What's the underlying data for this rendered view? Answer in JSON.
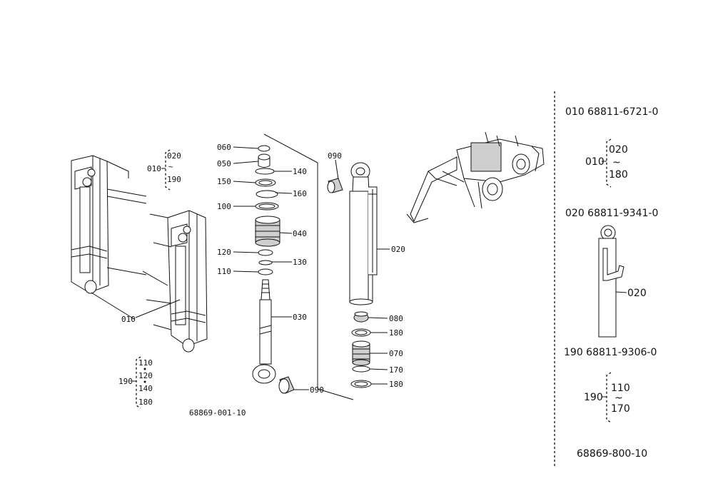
{
  "diagram": {
    "left_ref_code": "68869-001-10",
    "right_ref_code": "68869-800-10",
    "group_010_left": {
      "parent": "010",
      "from": "020",
      "tilde": "~",
      "to": "190"
    },
    "group_190_left": {
      "parent": "190",
      "items": [
        "110",
        "120",
        "140",
        "180"
      ]
    },
    "frame_callout": "010",
    "exploded_callouts": {
      "c060": "060",
      "c050": "050",
      "c140": "140",
      "c150": "150",
      "c160": "160",
      "c100": "100",
      "c040": "040",
      "c120": "120",
      "c130": "130",
      "c110": "110",
      "c030": "030",
      "c090a": "090"
    },
    "cylinder_callouts": {
      "c090": "090",
      "c020": "020",
      "c080": "080",
      "c180a": "180",
      "c070": "070",
      "c170": "170",
      "c180b": "180"
    },
    "parts_list": [
      {
        "line": "010 68811-6721-0"
      },
      {
        "line": "020 68811-9341-0"
      },
      {
        "line": "190 68811-9306-0"
      }
    ],
    "right_group_010": {
      "parent": "010",
      "from": "020",
      "tilde": "~",
      "to": "180"
    },
    "right_cyl_callout": "020",
    "right_group_190": {
      "parent": "190",
      "from": "110",
      "tilde": "~",
      "to": "170"
    }
  }
}
